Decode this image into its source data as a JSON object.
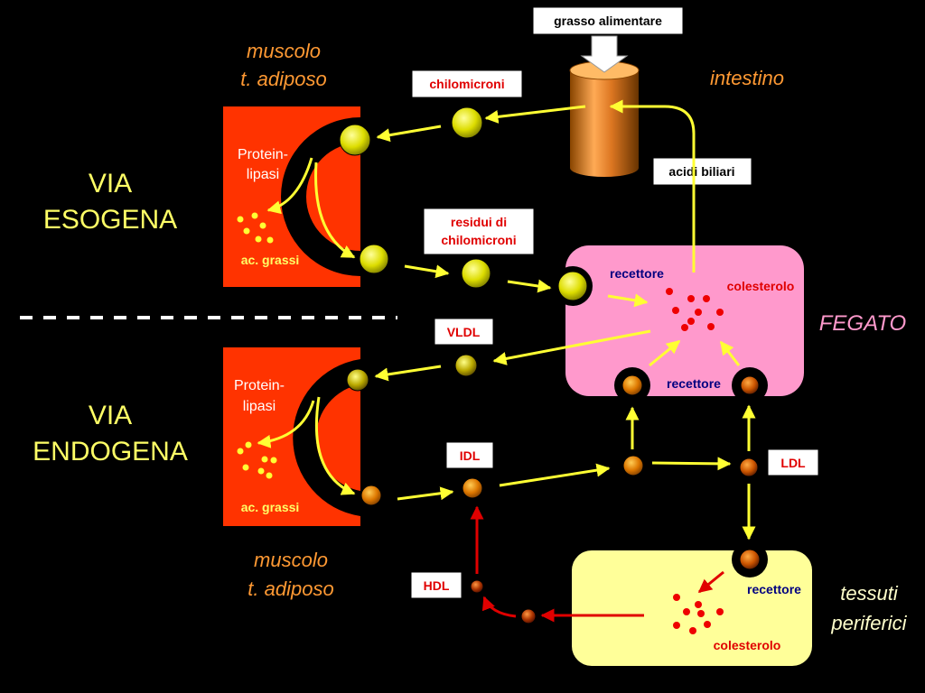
{
  "labels": {
    "grasso": "grasso alimentare",
    "chilomicroni": "chilomicroni",
    "acidi_biliari": "acidi biliari",
    "residui_1": "residui di",
    "residui_2": "chilomicroni",
    "vldl": "VLDL",
    "idl": "IDL",
    "ldl": "LDL",
    "hdl": "HDL"
  },
  "sections": {
    "esogena_1": "VIA",
    "esogena_2": "ESOGENA",
    "endogena_1": "VIA",
    "endogena_2": "ENDOGENA"
  },
  "places": {
    "muscolo_top_1": "muscolo",
    "muscolo_top_2": "t. adiposo",
    "muscolo_bot_1": "muscolo",
    "muscolo_bot_2": "t. adiposo",
    "intestino": "intestino",
    "fegato": "FEGATO",
    "tessuti_1": "tessuti",
    "tessuti_2": "periferici"
  },
  "tissue": {
    "lipasi_top_1": "Protein-",
    "lipasi_top_2": "lipasi",
    "acgrassi_top": "ac. grassi",
    "lipasi_bot_1": "Protein-",
    "lipasi_bot_2": "lipasi",
    "acgrassi_bot": "ac. grassi"
  },
  "liver": {
    "recettore_1": "recettore",
    "colesterolo": "colesterolo",
    "recettore_2": "recettore"
  },
  "peripheral": {
    "recettore": "recettore",
    "colesterolo": "colesterolo"
  },
  "colors": {
    "background": "#000000",
    "arrow": "#ffff33",
    "hdl_arrow": "#e00000",
    "liver": "#ff99cc",
    "peripheral": "#ffff99",
    "tissue": "#ff3300",
    "particle_yellow": "#dddd00",
    "particle_orange": "#cc6600",
    "divider": "#ffffff"
  }
}
